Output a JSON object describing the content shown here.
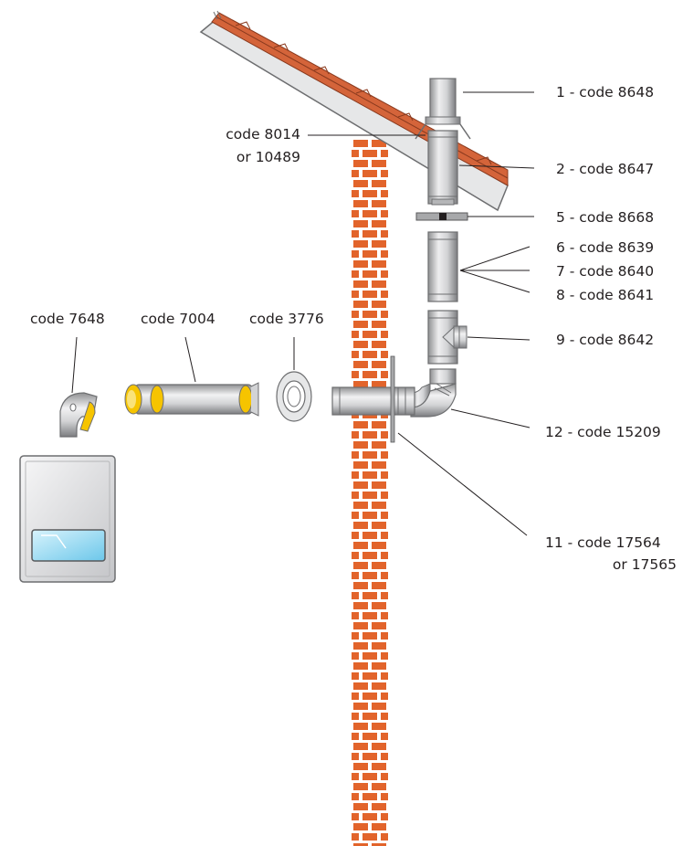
{
  "labels": {
    "l1": "1 - code 8648",
    "l2": "2 - code 8647",
    "l5": "5 - code 8668",
    "l6": "6 - code 8639",
    "l7": "7 - code 8640",
    "l8": "8 - code 8641",
    "l9": "9 - code 8642",
    "l12": "12 - code 15209",
    "l11a": "11 - code 17564",
    "l11b": "or 17565",
    "c8014a": "code 8014",
    "c8014b": "or 10489",
    "c7648": "code 7648",
    "c7004": "code 7004",
    "c3776": "code 3776"
  },
  "colors": {
    "brick": "#e2642b",
    "roof_tile": "#d4643a",
    "metal": "#c9cacc",
    "metal_dark": "#6d6e70",
    "accent_yellow": "#f6c400",
    "glass": "#9fdbf2"
  }
}
